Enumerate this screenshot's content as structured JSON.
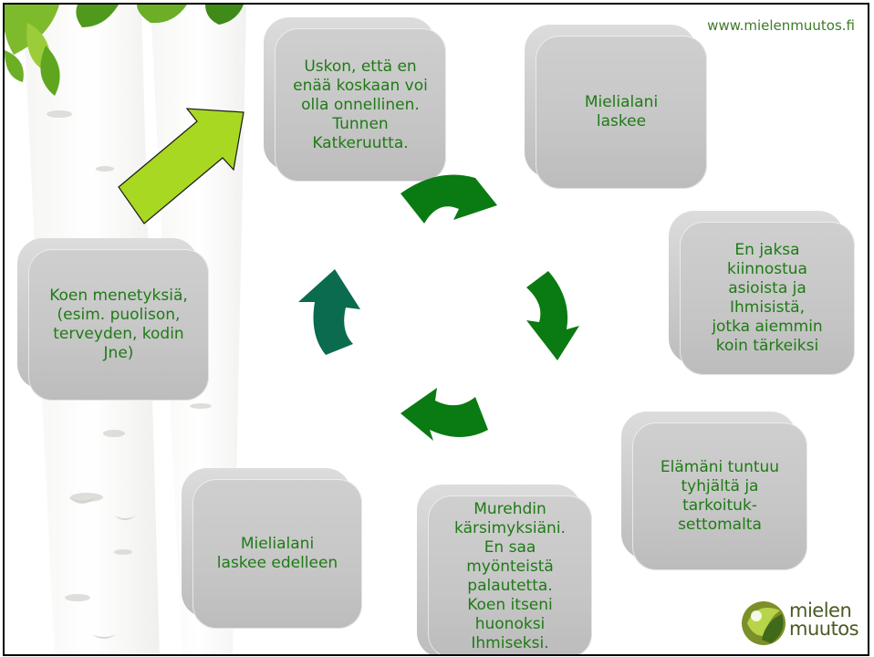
{
  "site_url": "www.mielenmuutos.fi",
  "colors": {
    "text_green": "#1f7a16",
    "arrow_dark_green": "#0a7a12",
    "arrow_teal": "#0b6b4e",
    "arrow_lime": "#a8d822"
  },
  "boxes": [
    {
      "id": "belief",
      "text": "Uskon, että en\nenää koskaan voi\nolla onnellinen.\nTunnen\nKatkeruutta."
    },
    {
      "id": "mood-drops",
      "text": "Mielialani\nlaskee"
    },
    {
      "id": "lose-interest",
      "text": "En jaksa\nkiinnostua\nasioista ja\nIhmisistä,\njotka aiemmin\nkoin tärkeiksi"
    },
    {
      "id": "life-empty",
      "text": "Elämäni tuntuu\ntyhjältä ja\ntarkoituk-\nsettomalta"
    },
    {
      "id": "brooding",
      "text": "Murehdin\nkärsimyksiäni.\nEn saa\nmyönteistä\npalautetta.\nKoen itseni\nhuonoksi\nIhmiseksi."
    },
    {
      "id": "mood-drops-further",
      "text": "Mielialani\nlaskee edelleen"
    },
    {
      "id": "losses",
      "text": "Koen menetyksiä,\n(esim. puolison,\nterveyden, kodin\nJne)"
    }
  ],
  "logo": {
    "line1": "mielen",
    "line2": "muutos"
  },
  "icons": [
    "arrow-icon",
    "logo-icon"
  ]
}
